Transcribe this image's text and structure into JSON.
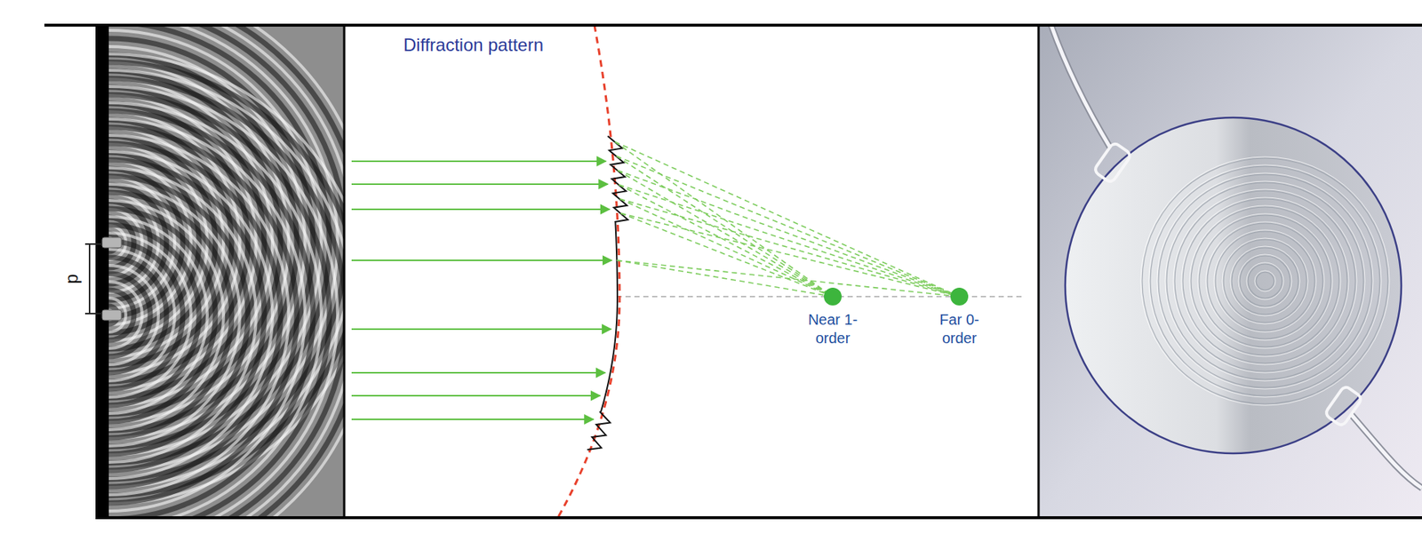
{
  "diagram": {
    "labels": [
      "p",
      "Diffraction pattern",
      "Near 1-order",
      "Far 0-order"
    ]
  }
}
